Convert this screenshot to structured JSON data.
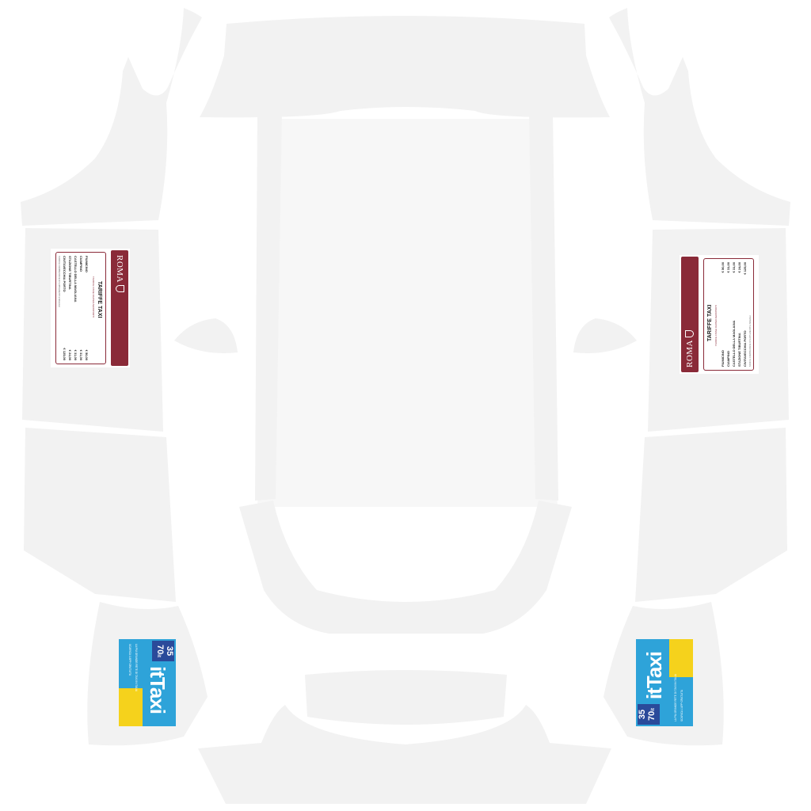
{
  "colors": {
    "panel": "#f2f2f2",
    "tariff_accent": "#8a2a38",
    "ittaxi_blue": "#2ea3d9",
    "ittaxi_navy": "#2a4a9a",
    "ittaxi_yellow": "#f5d21c"
  },
  "tariff_card": {
    "city": "ROMA",
    "crest_icon": "rome-crest-icon",
    "title": "TARIFFE TAXI",
    "subtitle": "TARIFFE FISSE DA/PER AEROPORTI",
    "rows": [
      {
        "label": "FIUMICINO",
        "price": "€ 50,00"
      },
      {
        "label": "CIAMPINO",
        "price": "€ 31,00"
      },
      {
        "label": "CASTELLO DELLA MAGLIANA",
        "price": "€ 31,00"
      },
      {
        "label": "STAZIONE TIBURTINA",
        "price": "€ 24,00"
      },
      {
        "label": "CIVITAVECCHIA PORTO",
        "price": "€ 125,00"
      }
    ],
    "footer": "TARIFFE COMPRENSIVE DI SUPPLEMENTI E BAGAGLI"
  },
  "ittaxi_sticker": {
    "number_top": "35",
    "number_bottom": "70",
    "suffix": "it",
    "logo": "itTaxi",
    "tagline": "LA PIU GRANDE RETE DI TAXI IN ITALIA",
    "tagline2": "SCARICA L'APP GRATUITA"
  }
}
